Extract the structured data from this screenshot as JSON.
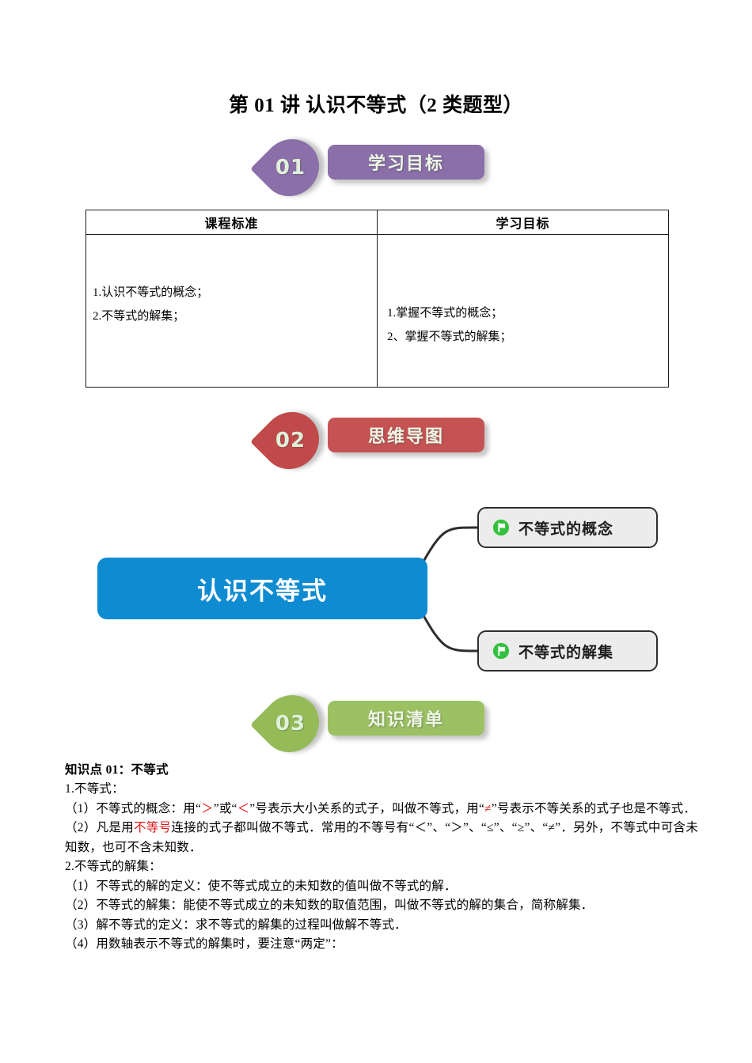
{
  "document": {
    "title": "第 01 讲 认识不等式（2 类题型）"
  },
  "sections": [
    {
      "number": "01",
      "label": "学习目标",
      "badge_color": "#8a6fa8",
      "plate_color": "#8a6fa8"
    },
    {
      "number": "02",
      "label": "思维导图",
      "badge_color": "#c04a4a",
      "plate_color": "#c65353"
    },
    {
      "number": "03",
      "label": "知识清单",
      "badge_color": "#95bb58",
      "plate_color": "#9cc162"
    }
  ],
  "standards_table": {
    "headers": [
      "课程标准",
      "学习目标"
    ],
    "left_cell": [
      "1.认识不等式的概念；",
      "2.不等式的解集；"
    ],
    "right_cell": [
      "1.掌握不等式的概念；",
      "2、掌握不等式的解集；"
    ]
  },
  "mindmap": {
    "root": "认识不等式",
    "root_color": "#0f8bd2",
    "leaf_color": "#ececec",
    "flag_color": "#35c13f",
    "leaves": [
      {
        "label": "不等式的概念",
        "icon": "flag-icon"
      },
      {
        "label": "不等式的解集",
        "icon": "flag-icon"
      }
    ]
  },
  "knowledge": {
    "heading": "知识点 01：不等式",
    "item1_title": "1.不等式：",
    "item1_sub1_a": "（1）不等式的概念：用“",
    "item1_sub1_gt": "＞",
    "item1_sub1_b": "”或“",
    "item1_sub1_lt": "＜",
    "item1_sub1_c": "”号表示大小关系的式子，叫做不等式，用“",
    "item1_sub1_ne": "≠",
    "item1_sub1_d": "”号表示不等关系的式子也是不等式．",
    "item1_sub2_a": "（2）凡是用",
    "item1_sub2_red": "不等号",
    "item1_sub2_b": "连接的式子都叫做不等式．常用的不等号有“＜”、“＞”、“≤”、“≥”、“≠”．另外，不等式中可含未知数，也可不含未知数．",
    "item2_title": "2.不等式的解集：",
    "item2_sub1": "（1）不等式的解的定义：使不等式成立的未知数的值叫做不等式的解．",
    "item2_sub2": "（2）不等式的解集：能使不等式成立的未知数的取值范围，叫做不等式的解的集合，简称解集．",
    "item2_sub3": "（3）解不等式的定义：求不等式的解集的过程叫做解不等式．",
    "item2_sub4": "（4）用数轴表示不等式的解集时，要注意“两定”："
  }
}
